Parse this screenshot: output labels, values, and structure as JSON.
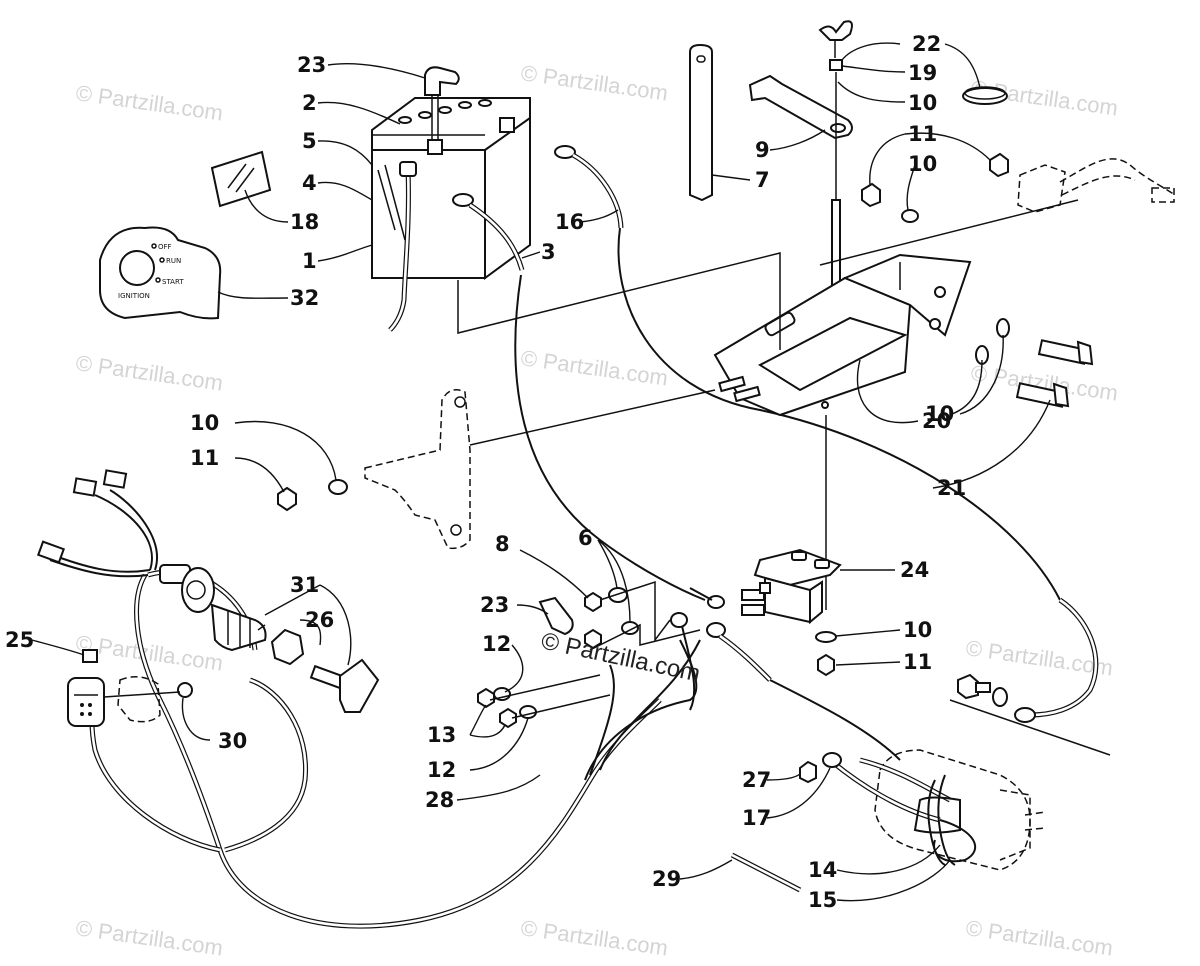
{
  "watermark": "© Partzilla.com",
  "decal_text": {
    "off": "OFF",
    "run": "RUN",
    "start": "START",
    "ignition": "IGNITION"
  },
  "callouts": {
    "c1": "1",
    "c2": "2",
    "c3": "3",
    "c4": "4",
    "c5": "5",
    "c6": "6",
    "c7": "7",
    "c8": "8",
    "c9": "9",
    "c10a": "10",
    "c10b": "10",
    "c10c": "10",
    "c10d": "10",
    "c10e": "10",
    "c11a": "11",
    "c11b": "11",
    "c11c": "11",
    "c12a": "12",
    "c12b": "12",
    "c13": "13",
    "c14": "14",
    "c15": "15",
    "c16": "16",
    "c17": "17",
    "c18": "18",
    "c19": "19",
    "c20": "20",
    "c21": "21",
    "c22": "22",
    "c23a": "23",
    "c23b": "23",
    "c24": "24",
    "c25": "25",
    "c26": "26",
    "c27": "27",
    "c28": "28",
    "c29": "29",
    "c30": "30",
    "c31": "31",
    "c32": "32"
  }
}
